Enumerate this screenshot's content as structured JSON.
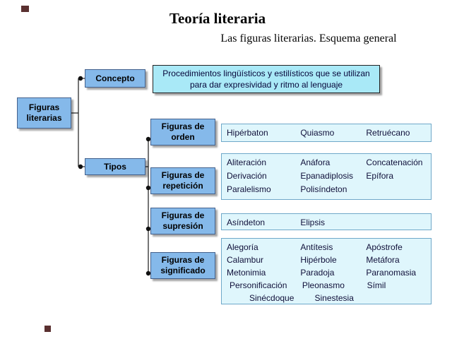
{
  "slide": {
    "title": "Teoría literaria",
    "subtitle": "Las figuras literarias. Esquema general"
  },
  "root": {
    "label": "Figuras literarias"
  },
  "concepto": {
    "label": "Concepto",
    "description": "Procedimientos lingüísticos y estilísticos que se utilizan para dar expresividad y ritmo al lenguaje"
  },
  "tipos": {
    "label": "Tipos",
    "branches": [
      {
        "label": "Figuras de orden",
        "lines": [
          [
            "Hipérbaton",
            "Quiasmo",
            "Retruécano"
          ]
        ]
      },
      {
        "label": "Figuras de repetición",
        "lines": [
          [
            "Aliteración",
            "Anáfora",
            "Concatenación"
          ],
          [
            "Derivación",
            "Epanadiplosis",
            "Epífora"
          ],
          [
            "Paralelismo",
            "Polisíndeton"
          ]
        ]
      },
      {
        "label": "Figuras de supresión",
        "lines": [
          [
            "Asíndeton",
            "Elipsis"
          ]
        ]
      },
      {
        "label": "Figuras de significado",
        "lines": [
          [
            "Alegoría",
            "Antítesis",
            "Apóstrofe"
          ],
          [
            "Calambur",
            "Hipérbole",
            "Metáfora"
          ],
          [
            "Metonimia",
            "Paradoja",
            "Paranomasia"
          ],
          [
            "Personificación",
            "Pleonasmo",
            "Símil"
          ],
          [
            "Sinécdoque",
            "Sinestesia"
          ]
        ]
      }
    ]
  },
  "colors": {
    "node_fill": "#85b9ea",
    "concept_fill": "#a9e9f7",
    "list_fill": "#dff6fc",
    "connector": "#1a1a1a",
    "marker": "#5a3030"
  }
}
